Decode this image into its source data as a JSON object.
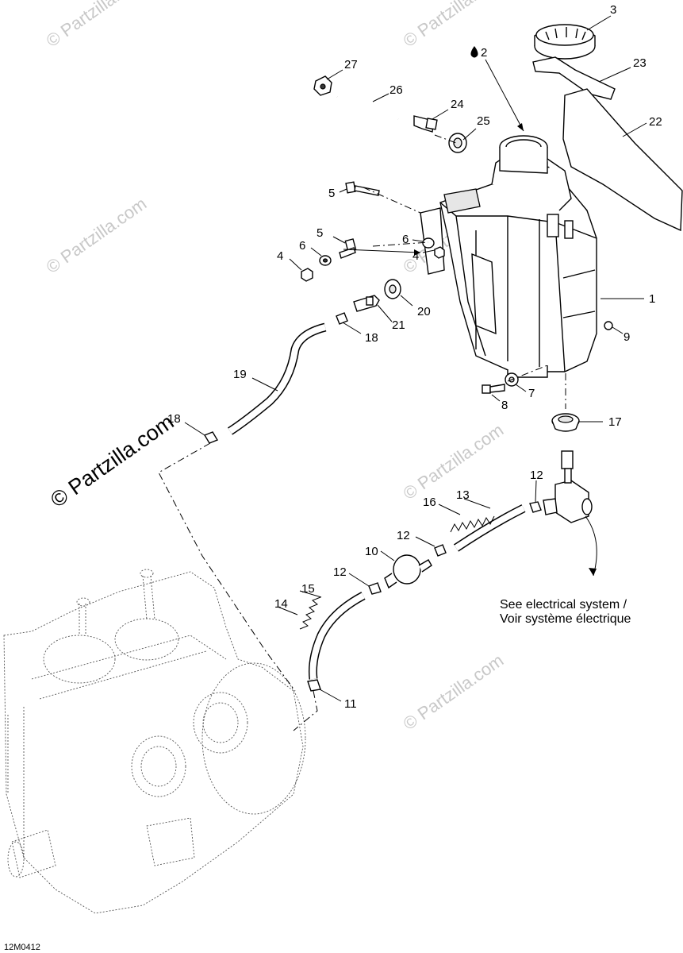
{
  "callouts": [
    {
      "id": "c1",
      "label": "1"
    },
    {
      "id": "c2",
      "label": "2"
    },
    {
      "id": "c3",
      "label": "3"
    },
    {
      "id": "c4a",
      "label": "4"
    },
    {
      "id": "c4b",
      "label": "4"
    },
    {
      "id": "c5a",
      "label": "5"
    },
    {
      "id": "c5b",
      "label": "5"
    },
    {
      "id": "c6a",
      "label": "6"
    },
    {
      "id": "c6b",
      "label": "6"
    },
    {
      "id": "c7",
      "label": "7"
    },
    {
      "id": "c8",
      "label": "8"
    },
    {
      "id": "c9",
      "label": "9"
    },
    {
      "id": "c10",
      "label": "10"
    },
    {
      "id": "c11",
      "label": "11"
    },
    {
      "id": "c12a",
      "label": "12"
    },
    {
      "id": "c12b",
      "label": "12"
    },
    {
      "id": "c12c",
      "label": "12"
    },
    {
      "id": "c13",
      "label": "13"
    },
    {
      "id": "c14",
      "label": "14"
    },
    {
      "id": "c15",
      "label": "15"
    },
    {
      "id": "c16",
      "label": "16"
    },
    {
      "id": "c17",
      "label": "17"
    },
    {
      "id": "c18a",
      "label": "18"
    },
    {
      "id": "c18b",
      "label": "18"
    },
    {
      "id": "c19",
      "label": "19"
    },
    {
      "id": "c20",
      "label": "20"
    },
    {
      "id": "c21",
      "label": "21"
    },
    {
      "id": "c22",
      "label": "22"
    },
    {
      "id": "c23",
      "label": "23"
    },
    {
      "id": "c24",
      "label": "24"
    },
    {
      "id": "c25",
      "label": "25"
    },
    {
      "id": "c26",
      "label": "26"
    },
    {
      "id": "c27",
      "label": "27"
    }
  ],
  "notes": {
    "electrical_line1": "See electrical system /",
    "electrical_line2": "Voir système électrique"
  },
  "oil_symbol": "oil-drop-icon",
  "watermark": {
    "small": "© Partzilla.com",
    "large": "© Partzilla.com"
  },
  "drawing_code": "12M0412"
}
